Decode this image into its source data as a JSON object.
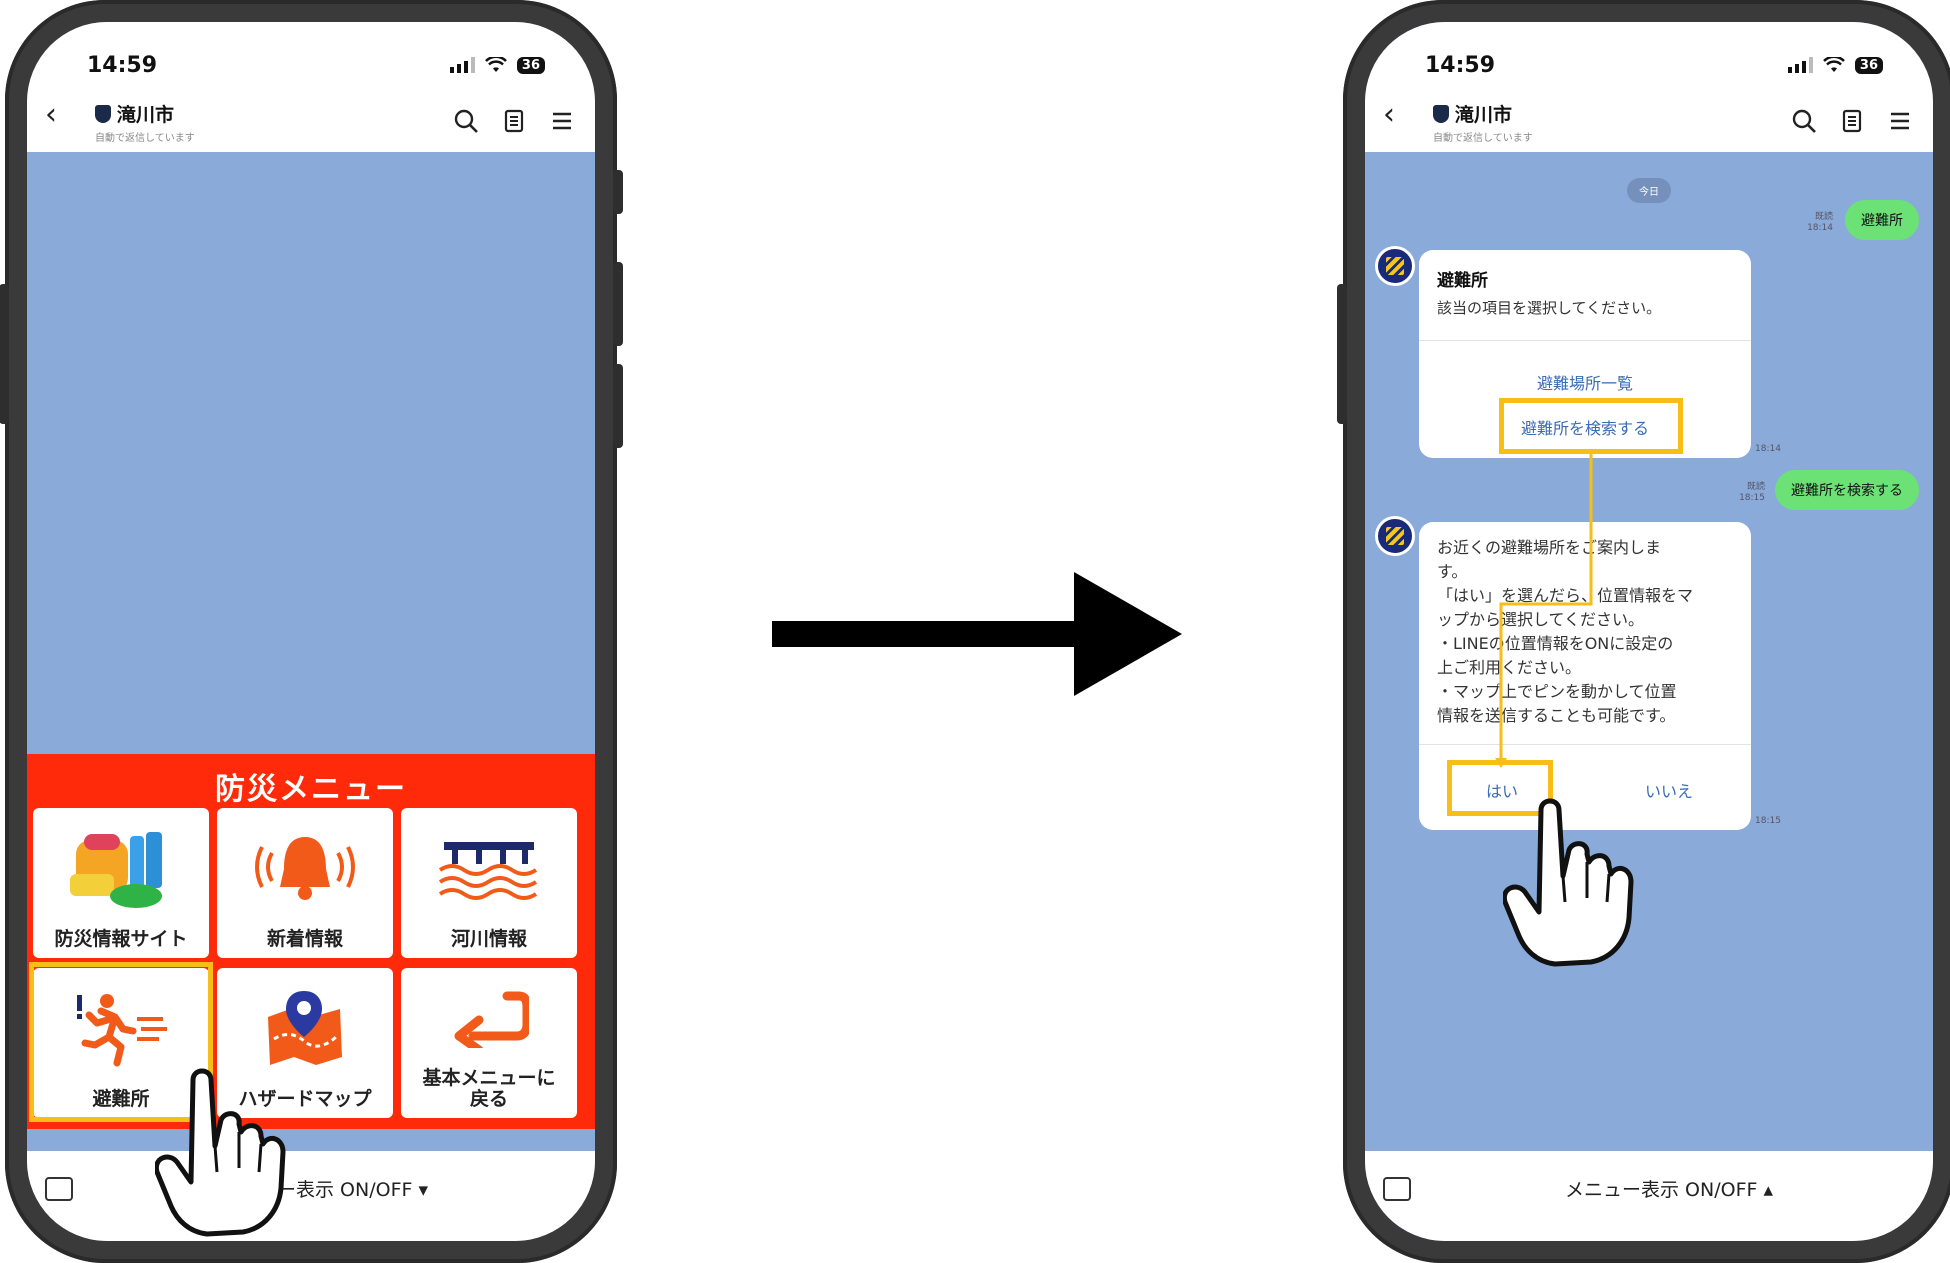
{
  "status": {
    "time": "14:59",
    "battery": "36"
  },
  "account": {
    "name": "滝川市",
    "status": "自動で返信しています"
  },
  "left_screen": {
    "menu_title": "防災メニュー",
    "tiles": [
      {
        "label": "防災情報サイト",
        "icon": "emergency-supplies-icon"
      },
      {
        "label": "新着情報",
        "icon": "alarm-bell-icon"
      },
      {
        "label": "河川情報",
        "icon": "river-icon"
      },
      {
        "label": "避難所",
        "icon": "evacuation-runner-icon"
      },
      {
        "label": "ハザードマップ",
        "icon": "map-pin-icon"
      },
      {
        "label": "基本メニューに\n戻る",
        "icon": "return-arrow-icon"
      }
    ],
    "menu_toggle": "ー表示 ON/OFF ▾"
  },
  "right_screen": {
    "date_chip": "今日",
    "msg1": {
      "text": "避難所",
      "read": "既読",
      "time": "18:14"
    },
    "card1": {
      "title": "避難所",
      "body": "該当の項目を選択してください。",
      "link1": "避難場所一覧",
      "link2": "避難所を検索する",
      "time": "18:14"
    },
    "msg2": {
      "text": "避難所を検索する",
      "read": "既読",
      "time": "18:15"
    },
    "card2": {
      "lines": [
        "お近くの避難場所をご案内しま",
        "す。",
        "「はい」を選んだら、位置情報をマ",
        "ップから選択してください。",
        "・LINEの位置情報をONに設定の",
        "上ご利用ください。",
        "・マップ上でピンを動かして位置",
        "情報を送信することも可能です。"
      ],
      "yes": "はい",
      "no": "いいえ",
      "time": "18:15"
    },
    "menu_toggle": "メニュー表示 ON/OFF ▴"
  },
  "colors": {
    "chat_bg": "#8aaad9",
    "menu_red": "#ff2a0a",
    "highlight": "#f6be16",
    "bubble_green": "#6ce276",
    "link_blue": "#3b6cb4"
  }
}
